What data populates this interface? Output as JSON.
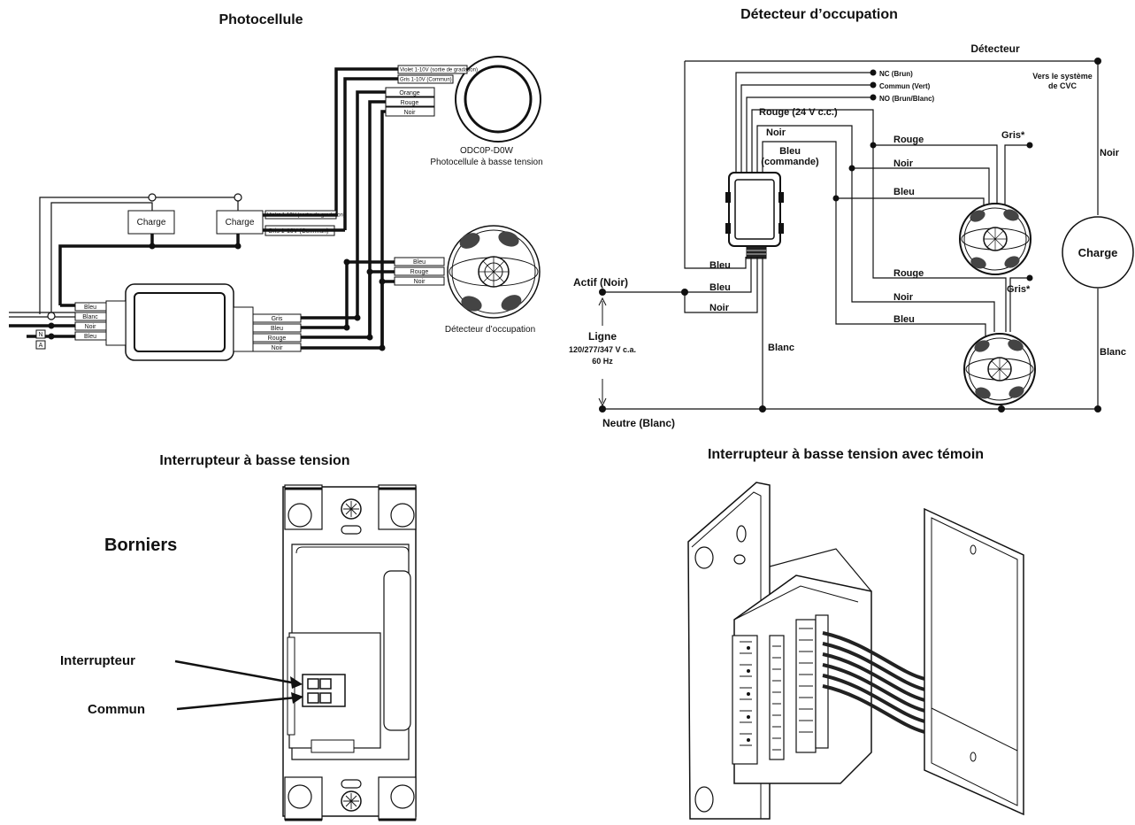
{
  "titles": {
    "photocell": "Photocellule",
    "occupancy": "Détecteur d’occupation",
    "low_voltage_switch": "Interrupteur à basse tension",
    "low_voltage_switch_led": "Interrupteur à basse tension avec témoin"
  },
  "photocell": {
    "wire_tags_top": [
      "Violet 1-10V (sortie de gradation)",
      "Gris 1-10V (Commun)",
      "Orange",
      "Rouge",
      "Noir"
    ],
    "model": "ODC0P-D0W",
    "model_caption": "Photocellule à basse tension",
    "charge_label": "Charge",
    "charge_tag_violet": "Violet 1-10V (sortie de gradation)",
    "charge_tag_gris": "Gris 1-10V (Commun)",
    "sensor_tags": [
      "Bleu",
      "Rouge",
      "Noir"
    ],
    "sensor_caption": "Détecteur d’occupation",
    "pack_left_tags": [
      "Bleu",
      "Blanc",
      "Noir",
      "Bleu"
    ],
    "pack_right_tags": [
      "Gris",
      "Bleu",
      "Rouge",
      "Noir"
    ],
    "n_label": "N",
    "a_label": "A"
  },
  "occupancy": {
    "detector": "Détecteur",
    "nc": "NC (Brun)",
    "commun": "Commun (Vert)",
    "no": "NO (Brun/Blanc)",
    "hvac_1": "Vers le système",
    "hvac_2": "de CVC",
    "rouge_24": "Rouge (24 V c.c.)",
    "noir": "Noir",
    "bleu_cmd_1": "Bleu",
    "bleu_cmd_2": "(commande)",
    "rouge": "Rouge",
    "bleu": "Bleu",
    "gris": "Gris*",
    "actif": "Actif (Noir)",
    "ligne": "Ligne",
    "voltage": "120/277/347 V c.a.",
    "hz": "60 Hz",
    "neutre": "Neutre (Blanc)",
    "blanc": "Blanc",
    "charge": "Charge"
  },
  "switch": {
    "borniers": "Borniers",
    "interrupteur": "Interrupteur",
    "commun": "Commun"
  }
}
